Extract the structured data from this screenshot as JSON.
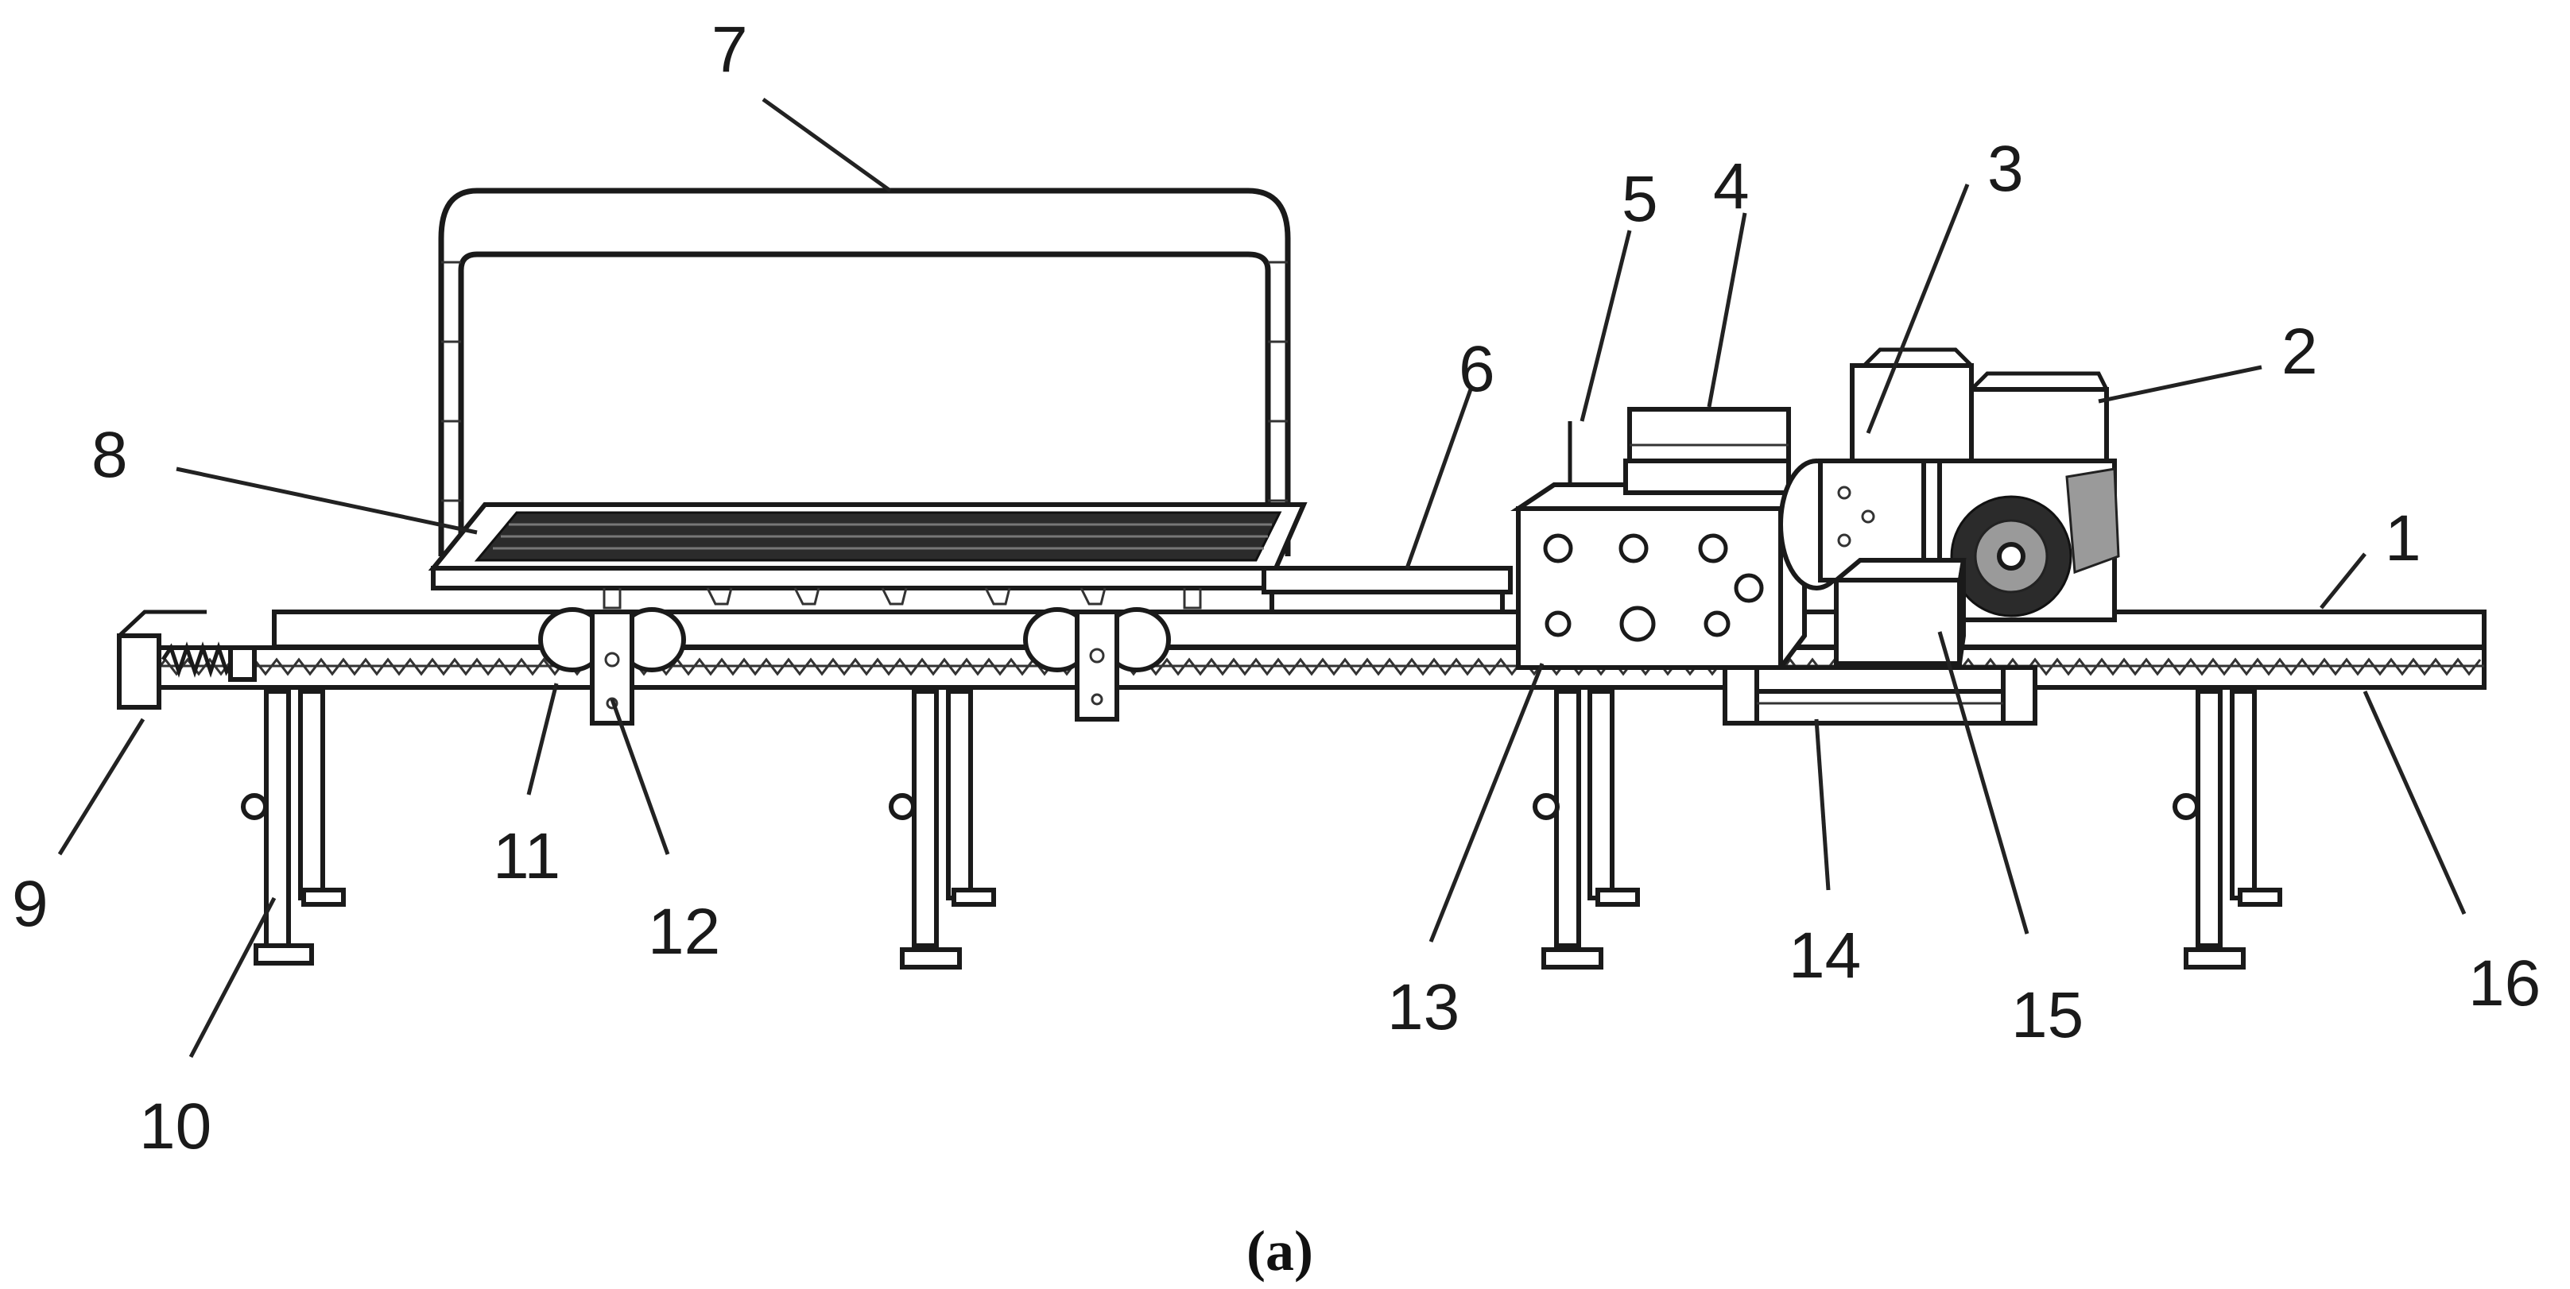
{
  "figure": {
    "caption": "(a)",
    "callouts": [
      "1",
      "2",
      "3",
      "4",
      "5",
      "6",
      "7",
      "8",
      "9",
      "10",
      "11",
      "12",
      "13",
      "14",
      "15",
      "16"
    ]
  }
}
